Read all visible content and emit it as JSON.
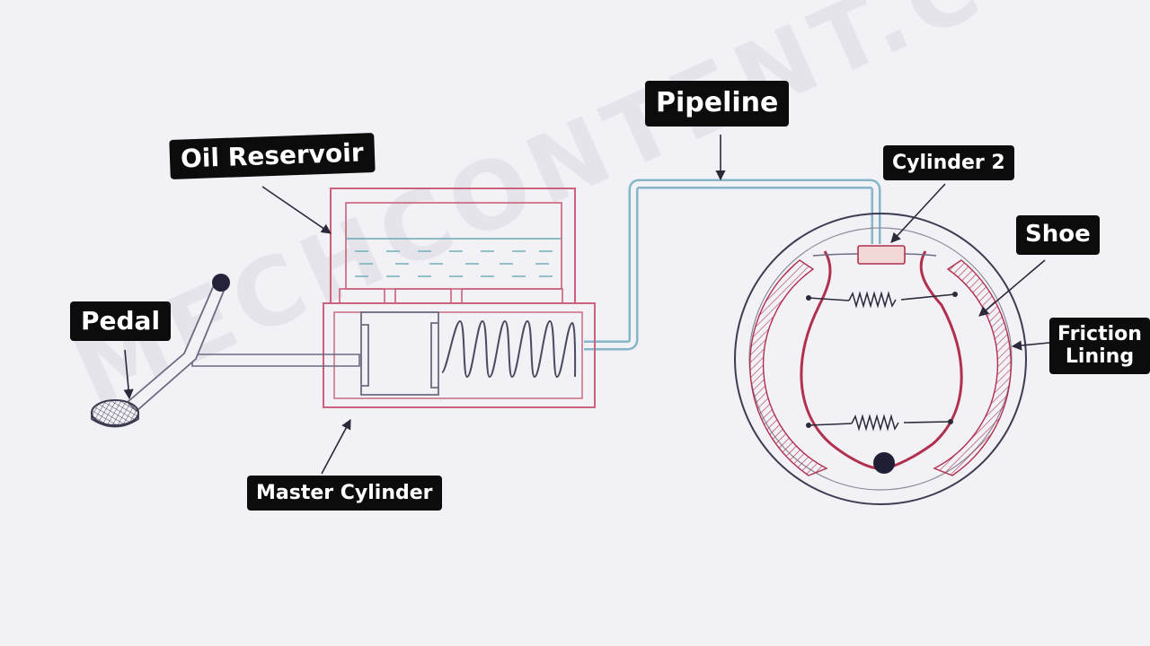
{
  "watermark": "MECHCONTENT.COM",
  "labels": {
    "pipeline": "Pipeline",
    "oil_reservoir": "Oil Reservoir",
    "cylinder_2": "Cylinder 2",
    "shoe": "Shoe",
    "friction_lining": "Friction Lining",
    "pedal": "Pedal",
    "master_cylinder": "Master Cylinder"
  },
  "colors": {
    "background": "#f2f1f6",
    "label_bg": "#0c0c0c",
    "label_text": "#ffffff",
    "reservoir": "#c9627a",
    "shoe": "#b0304e",
    "pipeline": "#86b6c8",
    "fluid": "#6ba8b4",
    "ink": "#4a4a60"
  }
}
